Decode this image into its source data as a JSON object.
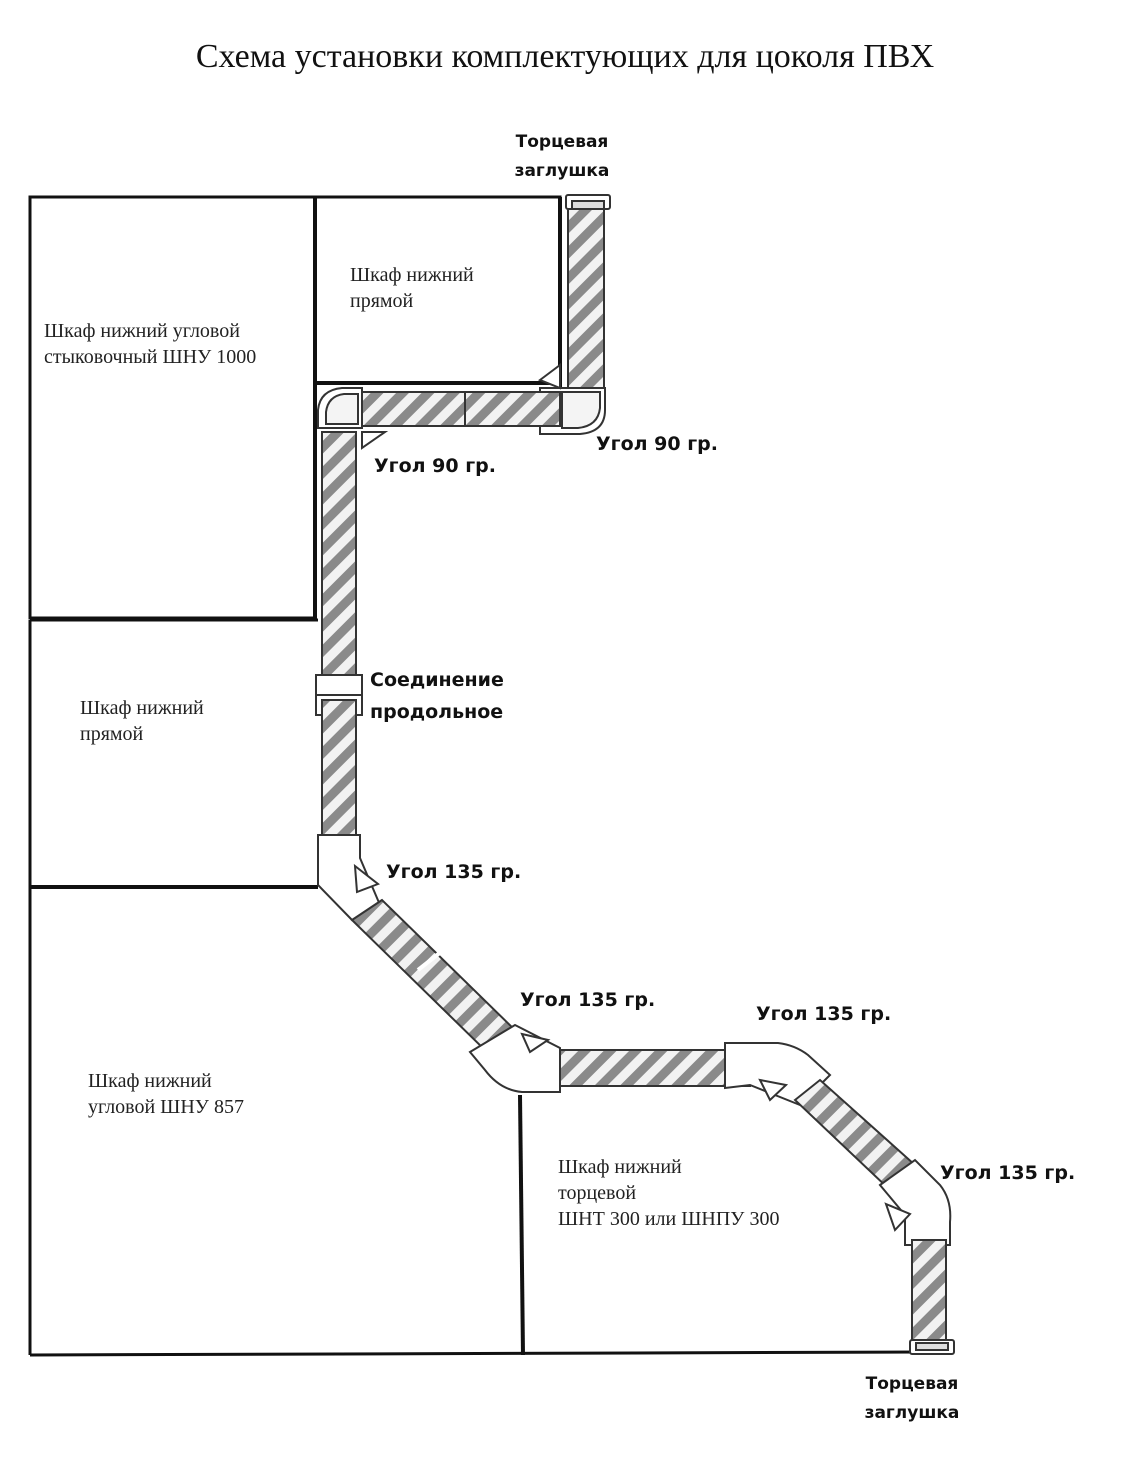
{
  "title": "Схема установки комплектующих для цоколя ПВХ",
  "cabinets": {
    "corner_1000": "Шкаф нижний угловой\nстыковочный ШНУ 1000",
    "straight_top": "Шкаф нижний\nпрямой",
    "straight_left": "Шкаф нижний\nпрямой",
    "corner_857": "Шкаф нижний\nугловой  ШНУ 857",
    "end_300": "Шкаф нижний\nторцевой\nШНТ 300 или ШНПУ 300"
  },
  "labels": {
    "end_cap_top": "Торцевая\nзаглушка",
    "angle90_right": "Угол 90 гр.",
    "angle90_left": "Угол 90 гр.",
    "joint": "Соединение\nпродольное",
    "angle135_1": "Угол 135 гр.",
    "angle135_2": "Угол 135 гр.",
    "angle135_3": "Угол 135 гр.",
    "angle135_4": "Угол 135 гр.",
    "end_cap_bottom": "Торцевая\nзаглушка"
  }
}
